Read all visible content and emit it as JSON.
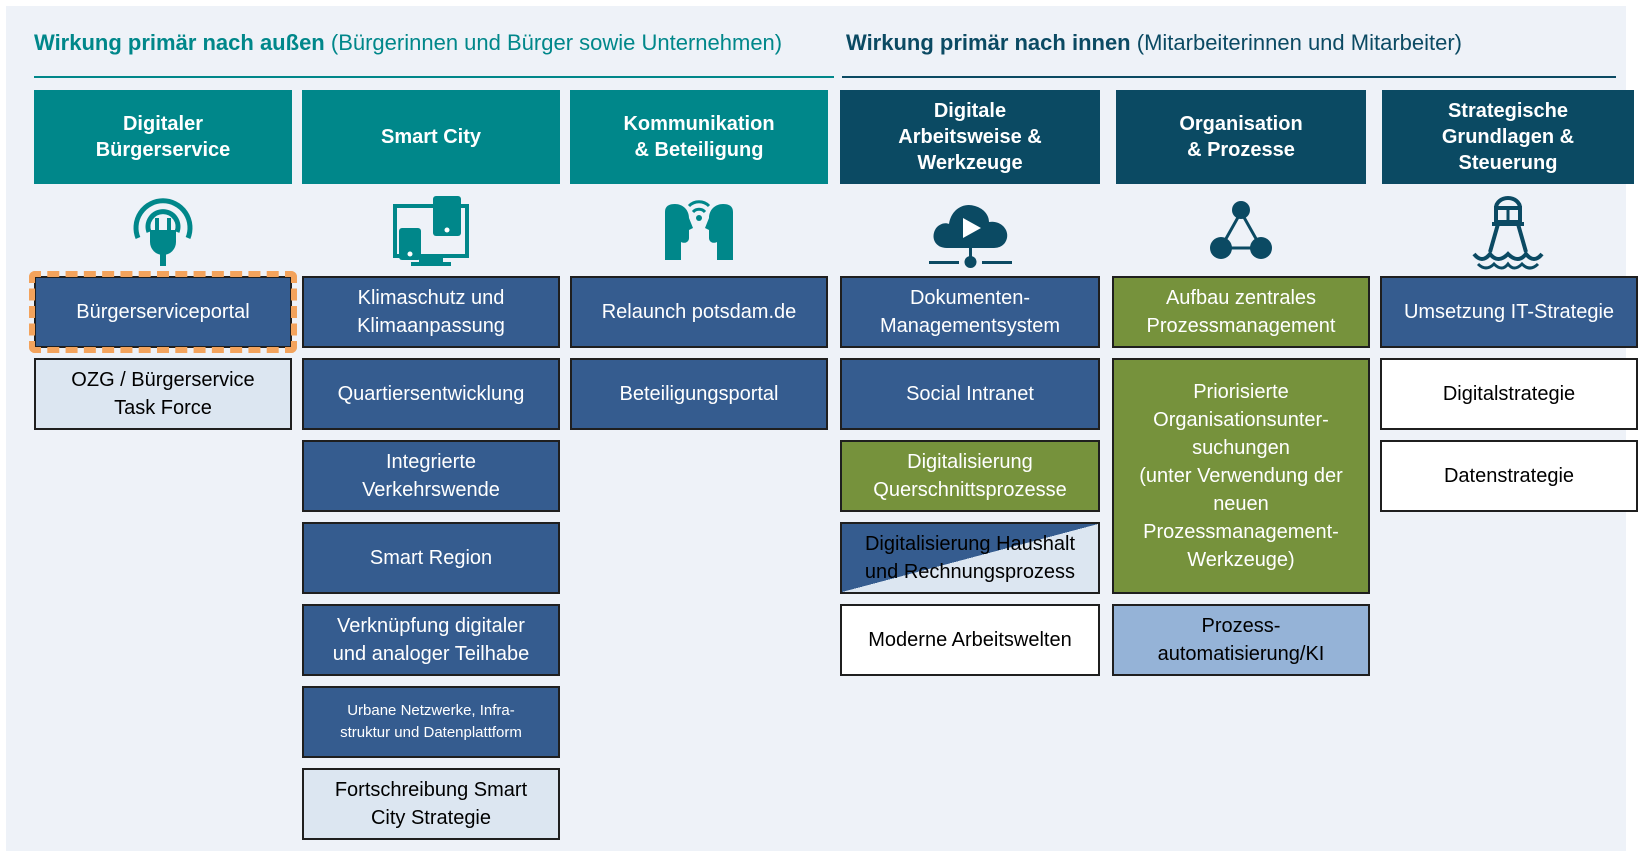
{
  "headers": {
    "outward_bold": "Wirkung primär nach außen",
    "outward_sub": "(Bürgerinnen und Bürger sowie Unternehmen)",
    "inward_bold": "Wirkung primär nach innen",
    "inward_sub": "(Mitarbeiterinnen und Mitarbeiter)"
  },
  "colors": {
    "teal": "#00878a",
    "navy": "#0b4a63",
    "box_blue": "#355c8f",
    "box_green": "#76923c",
    "box_pale": "#dce6f1",
    "box_light_blue": "#95b3d7",
    "highlight_orange": "#f3a35c"
  },
  "columns": [
    {
      "title": "Digitaler\nBürgerservice",
      "icon": "plug-icon",
      "items": [
        {
          "label": "Bürgerserviceportal",
          "style": "blue",
          "highlighted": true
        },
        {
          "label": "OZG / Bürgerservice\nTask Force",
          "style": "pale"
        }
      ]
    },
    {
      "title": "Smart City",
      "icon": "devices-icon",
      "items": [
        {
          "label": "Klimaschutz und\nKlimaanpassung",
          "style": "blue"
        },
        {
          "label": "Quartiersentwicklung",
          "style": "blue"
        },
        {
          "label": "Integrierte\nVerkehrswende",
          "style": "blue"
        },
        {
          "label": "Smart Region",
          "style": "blue"
        },
        {
          "label": "Verknüpfung digitaler\nund analoger Teilhabe",
          "style": "blue"
        },
        {
          "label": "Urbane Netzwerke, Infra-\nstruktur und Datenplattform",
          "style": "blue"
        },
        {
          "label": "Fortschreibung Smart\nCity Strategie",
          "style": "pale"
        }
      ]
    },
    {
      "title": "Kommunikation\n& Beteiligung",
      "icon": "conversation-icon",
      "items": [
        {
          "label": "Relaunch potsdam.de",
          "style": "blue"
        },
        {
          "label": "Beteiligungsportal",
          "style": "blue"
        }
      ]
    },
    {
      "title": "Digitale\nArbeitsweise &\nWerkzeuge",
      "icon": "cloud-play-icon",
      "items": [
        {
          "label": "Dokumenten-\nManagementsystem",
          "style": "blue"
        },
        {
          "label": "Social Intranet",
          "style": "blue"
        },
        {
          "label": "Digitalisierung\nQuerschnittsprozesse",
          "style": "green"
        },
        {
          "label": "Digitalisierung Haushalt\nund Rechnungsprozess",
          "style": "diag"
        },
        {
          "label": "Moderne Arbeitswelten",
          "style": "white"
        }
      ]
    },
    {
      "title": "Organisation\n& Prozesse",
      "icon": "network-icon",
      "items": [
        {
          "label": "Aufbau zentrales\nProzessmanagement",
          "style": "green"
        },
        {
          "label": "Priorisierte\nOrganisationsunter-\nsuchungen\n(unter Verwendung der\nneuen\nProzessmanagement-\nWerkzeuge)",
          "style": "green"
        },
        {
          "label": "Prozess-\nautomatisierung/KI",
          "style": "light"
        }
      ]
    },
    {
      "title": "Strategische\nGrundlagen &\nSteuerung",
      "icon": "lighthouse-icon",
      "items": [
        {
          "label": "Umsetzung IT-Strategie",
          "style": "blue"
        },
        {
          "label": "Digitalstrategie",
          "style": "white"
        },
        {
          "label": "Datenstrategie",
          "style": "white"
        }
      ]
    }
  ]
}
